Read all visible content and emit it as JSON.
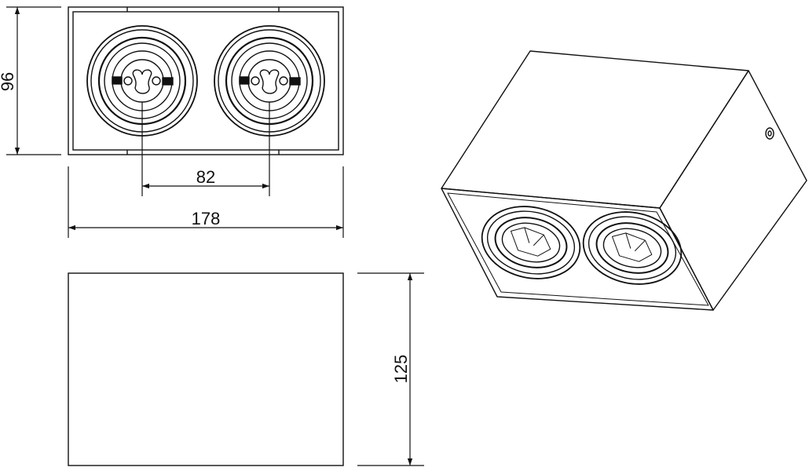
{
  "dimensions": {
    "height": "96",
    "spacing": "82",
    "width": "178",
    "depth": "125"
  },
  "colors": {
    "line": "#111111",
    "background": "#ffffff"
  }
}
